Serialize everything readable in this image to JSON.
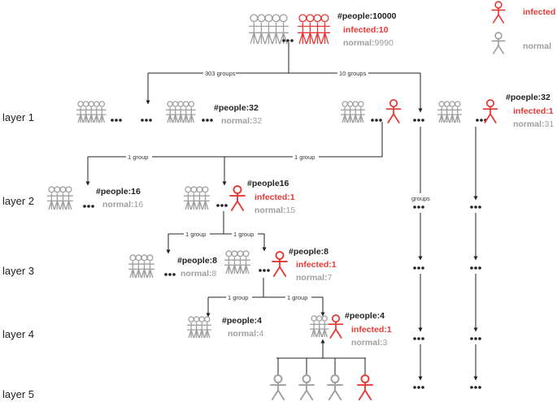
{
  "colors": {
    "infected": "#e53935",
    "normal": "#9e9e9e",
    "line": "#222222"
  },
  "legend": {
    "infected": "infected",
    "normal": "normal"
  },
  "layers": [
    "layer 1",
    "layer 2",
    "layer 3",
    "layer 4",
    "layer 5"
  ],
  "root": {
    "people": "people:10000",
    "infected": "infected:10",
    "normal_key": "normal:",
    "normal_val": "9990"
  },
  "edges": {
    "e303": "303 groups",
    "e10": "10 groups",
    "l2a": "1 group",
    "l2b": "1 group",
    "l3a": "1 group",
    "l3b": "1 group",
    "l4a": "1 group",
    "l4b": "1 group",
    "groups": "groups"
  },
  "l1_left": {
    "people": "people:32",
    "normal_key": "normal:",
    "normal_val": "32"
  },
  "l1_right": {
    "people": "poeple:32",
    "infected": "infected:1",
    "normal_key": "normal:",
    "normal_val": "31"
  },
  "l2_left": {
    "people": "people:16",
    "normal_key": "normal:",
    "normal_val": "16"
  },
  "l2_mid": {
    "people": "people16",
    "infected": "infected:1",
    "normal_key": "normal:",
    "normal_val": "15"
  },
  "l3_left": {
    "people": "people:8",
    "normal_key": "normal:",
    "normal_val": "8"
  },
  "l3_mid": {
    "people": "people:8",
    "infected": "infected:1",
    "normal_key": "normal:",
    "normal_val": "7"
  },
  "l4_left": {
    "people": "people:4",
    "normal_key": "normal:",
    "normal_val": "4"
  },
  "l4_mid": {
    "people": "people:4",
    "infected": "infected:1",
    "normal_key": "normal:",
    "normal_val": "3"
  }
}
